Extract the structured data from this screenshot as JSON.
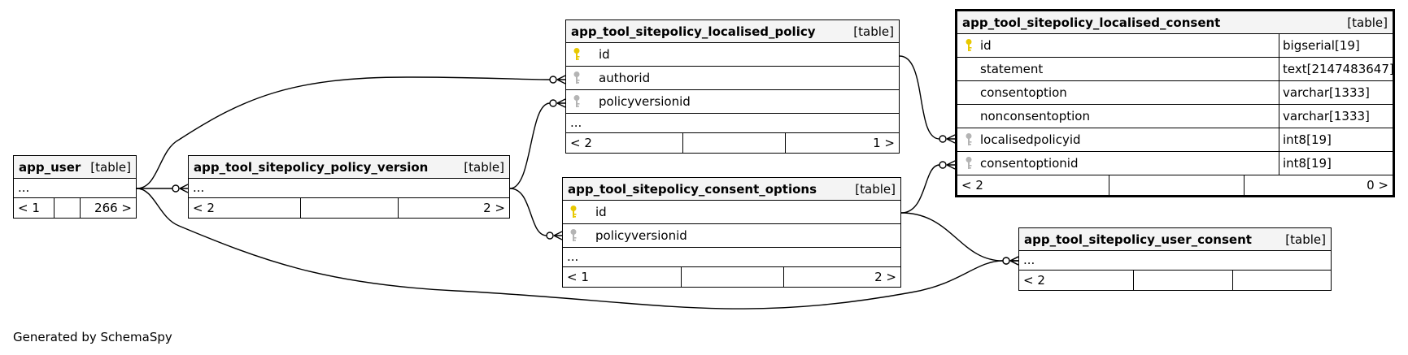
{
  "footer_note": "Generated by SchemaSpy",
  "tables": [
    {
      "id": "app_user",
      "name": "app_user",
      "tag": "[table]",
      "columns": [],
      "ellipsis": "...",
      "footer": [
        "< 1",
        "",
        "266 >"
      ],
      "focus": false,
      "typed": false
    },
    {
      "id": "version",
      "name": "app_tool_sitepolicy_policy_version",
      "tag": "[table]",
      "columns": [],
      "ellipsis": "...",
      "footer": [
        "< 2",
        "",
        "2 >"
      ],
      "focus": false,
      "typed": false
    },
    {
      "id": "lpolicy",
      "name": "app_tool_sitepolicy_localised_policy",
      "tag": "[table]",
      "columns": [
        {
          "name": "id",
          "key": "primary-key"
        },
        {
          "name": "authorid",
          "key": "foreign-key"
        },
        {
          "name": "policyversionid",
          "key": "foreign-key"
        }
      ],
      "ellipsis": "...",
      "footer": [
        "< 2",
        "",
        "1 >"
      ],
      "focus": false,
      "typed": false
    },
    {
      "id": "options",
      "name": "app_tool_sitepolicy_consent_options",
      "tag": "[table]",
      "columns": [
        {
          "name": "id",
          "key": "primary-key"
        },
        {
          "name": "policyversionid",
          "key": "foreign-key"
        }
      ],
      "ellipsis": "...",
      "footer": [
        "< 1",
        "",
        "2 >"
      ],
      "focus": false,
      "typed": false
    },
    {
      "id": "lconsent",
      "name": "app_tool_sitepolicy_localised_consent",
      "tag": "[table]",
      "columns": [
        {
          "name": "id",
          "type": "bigserial[19]",
          "key": "primary-key"
        },
        {
          "name": "statement",
          "type": "text[2147483647]",
          "key": ""
        },
        {
          "name": "consentoption",
          "type": "varchar[1333]",
          "key": ""
        },
        {
          "name": "nonconsentoption",
          "type": "varchar[1333]",
          "key": ""
        },
        {
          "name": "localisedpolicyid",
          "type": "int8[19]",
          "key": "foreign-key"
        },
        {
          "name": "consentoptionid",
          "type": "int8[19]",
          "key": "foreign-key"
        }
      ],
      "ellipsis": "",
      "footer": [
        "< 2",
        "",
        "0 >"
      ],
      "focus": true,
      "typed": true
    },
    {
      "id": "uconsent",
      "name": "app_tool_sitepolicy_user_consent",
      "tag": "[table]",
      "columns": [],
      "ellipsis": "...",
      "footer": [
        "< 2",
        "",
        ""
      ],
      "focus": false,
      "typed": false
    }
  ],
  "colors": {
    "primary_key": "#e8c800",
    "foreign_key": "#b4b4b4",
    "line": "#000000",
    "header_bg": "#f4f4f4"
  }
}
